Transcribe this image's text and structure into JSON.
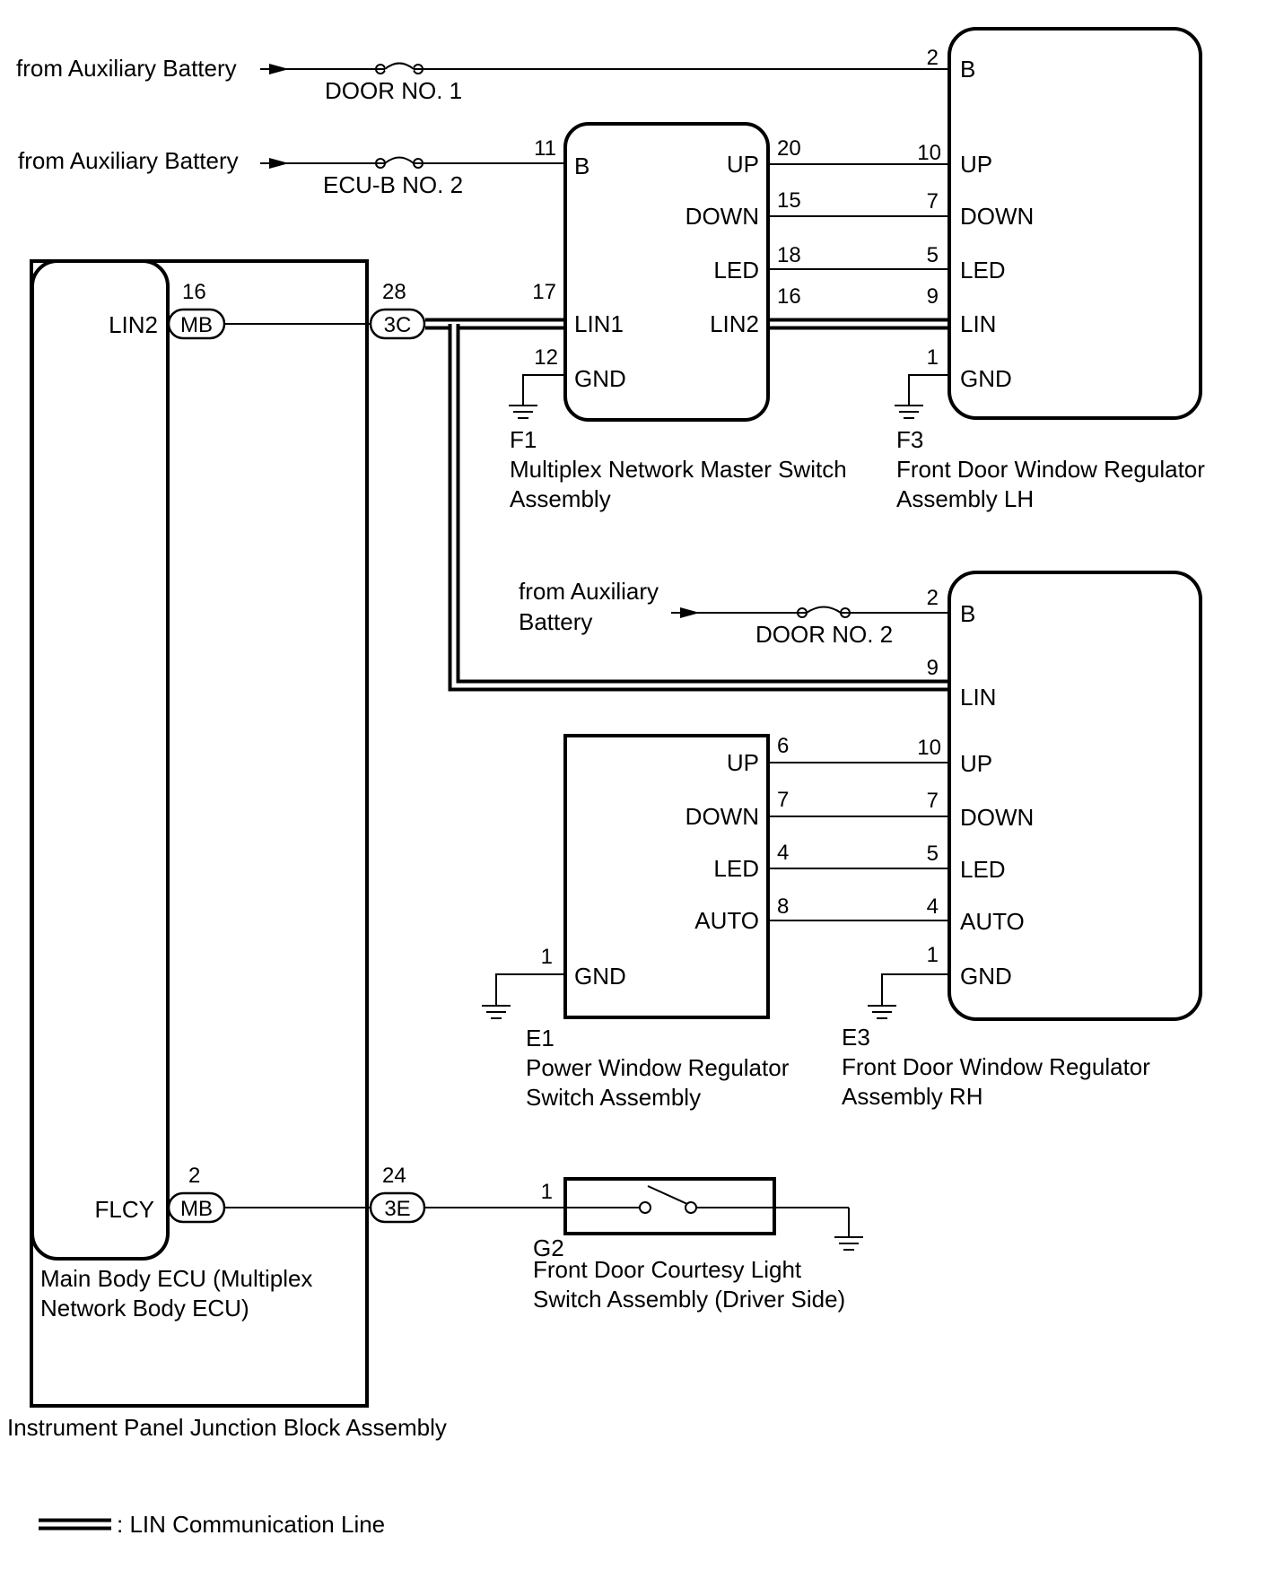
{
  "sources": {
    "aux1": "from Auxiliary Battery",
    "aux2": "from Auxiliary Battery",
    "aux3_l1": "from Auxiliary",
    "aux3_l2": "Battery"
  },
  "fuses": {
    "f1": "DOOR NO. 1",
    "f2": "ECU-B NO. 2",
    "f3": "DOOR NO. 2"
  },
  "jb": {
    "name": "Instrument Panel Junction Block Assembly",
    "ecu_l1": "Main Body ECU (Multiplex",
    "ecu_l2": "Network Body ECU)",
    "lin2_label": "LIN2",
    "lin2_pin": "16",
    "lin2_conn": "MB",
    "lin2_out_pin": "28",
    "lin2_out_conn": "3C",
    "flcy_label": "FLCY",
    "flcy_pin": "2",
    "flcy_conn": "MB",
    "flcy_out_pin": "24",
    "flcy_out_conn": "3E"
  },
  "f1": {
    "code": "F1",
    "name_l1": "Multiplex Network Master Switch",
    "name_l2": "Assembly",
    "terms": {
      "b": "B",
      "lin1": "LIN1",
      "gnd": "GND",
      "up": "UP",
      "down": "DOWN",
      "led": "LED",
      "lin2": "LIN2"
    },
    "pins": {
      "b": "11",
      "lin1": "17",
      "gnd": "12",
      "up": "20",
      "down": "15",
      "led": "18",
      "lin2": "16"
    }
  },
  "f3": {
    "code": "F3",
    "name_l1": "Front Door Window Regulator",
    "name_l2": "Assembly LH",
    "terms": {
      "b": "B",
      "up": "UP",
      "down": "DOWN",
      "led": "LED",
      "lin": "LIN",
      "gnd": "GND"
    },
    "pins": {
      "b": "2",
      "up": "10",
      "down": "7",
      "led": "5",
      "lin": "9",
      "gnd": "1"
    }
  },
  "e3": {
    "code": "E3",
    "name_l1": "Front Door Window Regulator",
    "name_l2": "Assembly RH",
    "terms": {
      "b": "B",
      "lin": "LIN",
      "up": "UP",
      "down": "DOWN",
      "led": "LED",
      "auto": "AUTO",
      "gnd": "GND"
    },
    "pins": {
      "b": "2",
      "lin": "9",
      "up": "10",
      "down": "7",
      "led": "5",
      "auto": "4",
      "gnd": "1"
    }
  },
  "e1": {
    "code": "E1",
    "name_l1": "Power Window Regulator",
    "name_l2": "Switch Assembly",
    "terms": {
      "up": "UP",
      "down": "DOWN",
      "led": "LED",
      "auto": "AUTO",
      "gnd": "GND"
    },
    "pins": {
      "up": "6",
      "down": "7",
      "led": "4",
      "auto": "8",
      "gnd": "1"
    }
  },
  "g2": {
    "code": "G2",
    "name_l1": "Front Door Courtesy Light",
    "name_l2": "Switch Assembly (Driver Side)",
    "pin": "1"
  },
  "legend": {
    "text": ": LIN Communication Line"
  }
}
